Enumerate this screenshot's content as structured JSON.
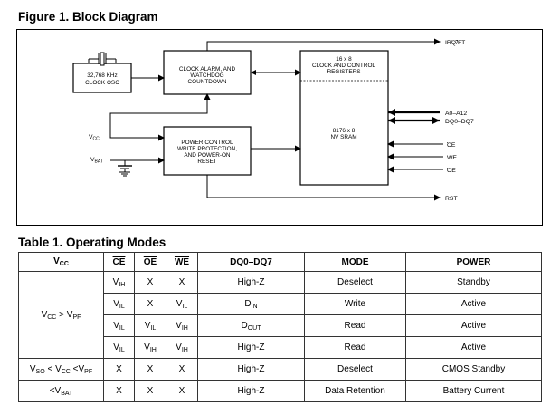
{
  "figure_title": "Figure 1. Block Diagram",
  "diagram": {
    "crystal": {
      "freq": "32,768 KHz",
      "label": "CLOCK OSC"
    },
    "clock_alarm": {
      "line1": "CLOCK ALARM, AND",
      "line2": "WATCHDOG",
      "line3": "COUNTDOWN"
    },
    "power_control": {
      "line1": "POWER CONTROL",
      "line2": "WRITE PROTECTION,",
      "line3": "AND POWER-ON",
      "line4": "RESET"
    },
    "registers": {
      "line1": "16 x 8",
      "line2": "CLOCK AND CONTROL",
      "line3": "REGISTERS"
    },
    "sram": {
      "line1": "8176 x 8",
      "line2": "NV SRAM"
    },
    "vcc": {
      "main": "V",
      "sub": "CC"
    },
    "vbat": {
      "main": "V",
      "sub": "BAT"
    },
    "signals": {
      "irq": "IRQ/FT",
      "addr": "A0–A12",
      "data": "DQ0–DQ7",
      "ce": "CE",
      "we": "WE",
      "oe": "OE",
      "rst": "RST"
    }
  },
  "table_title": "Table 1. Operating Modes",
  "table": {
    "headers": [
      {
        "main": "V",
        "sub": "CC"
      },
      "CE",
      "OE",
      "WE",
      "DQ0–DQ7",
      "MODE",
      "POWER"
    ],
    "group_label": {
      "a": "V",
      "a_sub": "CC",
      "op": " > V",
      "b_sub": "PF"
    },
    "rows": [
      {
        "ce": {
          "m": "V",
          "s": "IH"
        },
        "oe": "X",
        "we": "X",
        "dq": "High-Z",
        "mode": "Deselect",
        "power": "Standby"
      },
      {
        "ce": {
          "m": "V",
          "s": "IL"
        },
        "oe": "X",
        "we": {
          "m": "V",
          "s": "IL"
        },
        "dq": {
          "m": "D",
          "s": "IN"
        },
        "mode": "Write",
        "power": "Active"
      },
      {
        "ce": {
          "m": "V",
          "s": "IL"
        },
        "oe": {
          "m": "V",
          "s": "IL"
        },
        "we": {
          "m": "V",
          "s": "IH"
        },
        "dq": {
          "m": "D",
          "s": "OUT"
        },
        "mode": "Read",
        "power": "Active"
      },
      {
        "ce": {
          "m": "V",
          "s": "IL"
        },
        "oe": {
          "m": "V",
          "s": "IH"
        },
        "we": {
          "m": "V",
          "s": "IH"
        },
        "dq": "High-Z",
        "mode": "Read",
        "power": "Active"
      }
    ],
    "row5": {
      "vcc": {
        "a": "V",
        "a_sub": "SO",
        "b": " < V",
        "b_sub": "CC",
        "c": " <V",
        "c_sub": "PF"
      },
      "ce": "X",
      "oe": "X",
      "we": "X",
      "dq": "High-Z",
      "mode": "Deselect",
      "power": "CMOS Standby"
    },
    "row6": {
      "vcc": {
        "a": "<V",
        "a_sub": "BAT"
      },
      "ce": "X",
      "oe": "X",
      "we": "X",
      "dq": "High-Z",
      "mode": "Data Retention",
      "power": "Battery Current"
    }
  }
}
